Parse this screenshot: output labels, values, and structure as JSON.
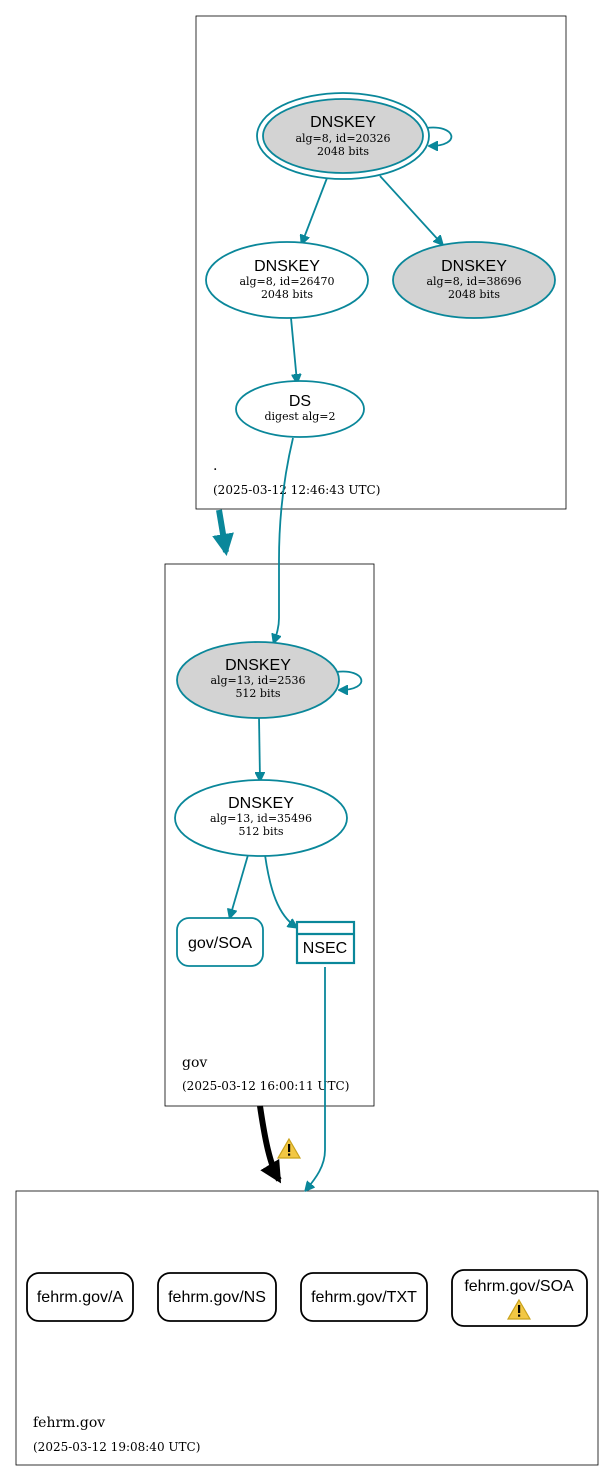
{
  "colors": {
    "edge": "#0a879a",
    "ksk_fill": "#d3d3d3",
    "node_fill": "#ffffff",
    "delegation_bad": "#000000",
    "warning": "#f2c744"
  },
  "zones": {
    "root": {
      "label": ".",
      "timestamp": "(2025-03-12 12:46:43 UTC)"
    },
    "gov": {
      "label": "gov",
      "timestamp": "(2025-03-12 16:00:11 UTC)"
    },
    "fehrm": {
      "label": "fehrm.gov",
      "timestamp": "(2025-03-12 19:08:40 UTC)"
    }
  },
  "nodes": {
    "root_ksk": {
      "title": "DNSKEY",
      "line1": "alg=8, id=20326",
      "line2": "2048 bits"
    },
    "root_zsk": {
      "title": "DNSKEY",
      "line1": "alg=8, id=26470",
      "line2": "2048 bits"
    },
    "root_key3": {
      "title": "DNSKEY",
      "line1": "alg=8, id=38696",
      "line2": "2048 bits"
    },
    "gov_ds": {
      "title": "DS",
      "line1": "digest alg=2"
    },
    "gov_ksk": {
      "title": "DNSKEY",
      "line1": "alg=13, id=2536",
      "line2": "512 bits"
    },
    "gov_zsk": {
      "title": "DNSKEY",
      "line1": "alg=13, id=35496",
      "line2": "512 bits"
    },
    "gov_soa": {
      "title": "gov/SOA"
    },
    "gov_nsec": {
      "title": "NSEC"
    }
  },
  "records": {
    "a": "fehrm.gov/A",
    "ns": "fehrm.gov/NS",
    "txt": "fehrm.gov/TXT",
    "soa": "fehrm.gov/SOA"
  },
  "icons": {
    "delegation_warning": "warning-icon",
    "soa_warning": "warning-icon"
  }
}
